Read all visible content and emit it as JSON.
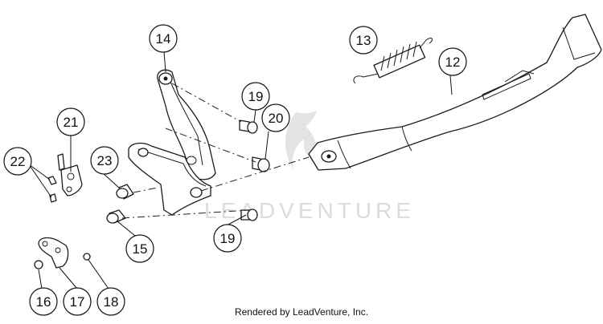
{
  "callouts": [
    {
      "label": "12"
    },
    {
      "label": "13"
    },
    {
      "label": "14"
    },
    {
      "label": "15"
    },
    {
      "label": "16"
    },
    {
      "label": "17"
    },
    {
      "label": "18"
    },
    {
      "label": "19"
    },
    {
      "label": "19"
    },
    {
      "label": "20"
    },
    {
      "label": "21"
    },
    {
      "label": "22"
    },
    {
      "label": "23"
    }
  ],
  "watermark": "LEADVENTURE",
  "credit": "Rendered by LeadVenture, Inc.",
  "colors": {
    "line": "#1a1a1a",
    "watermark": "#d9d9d9",
    "background": "#ffffff"
  }
}
